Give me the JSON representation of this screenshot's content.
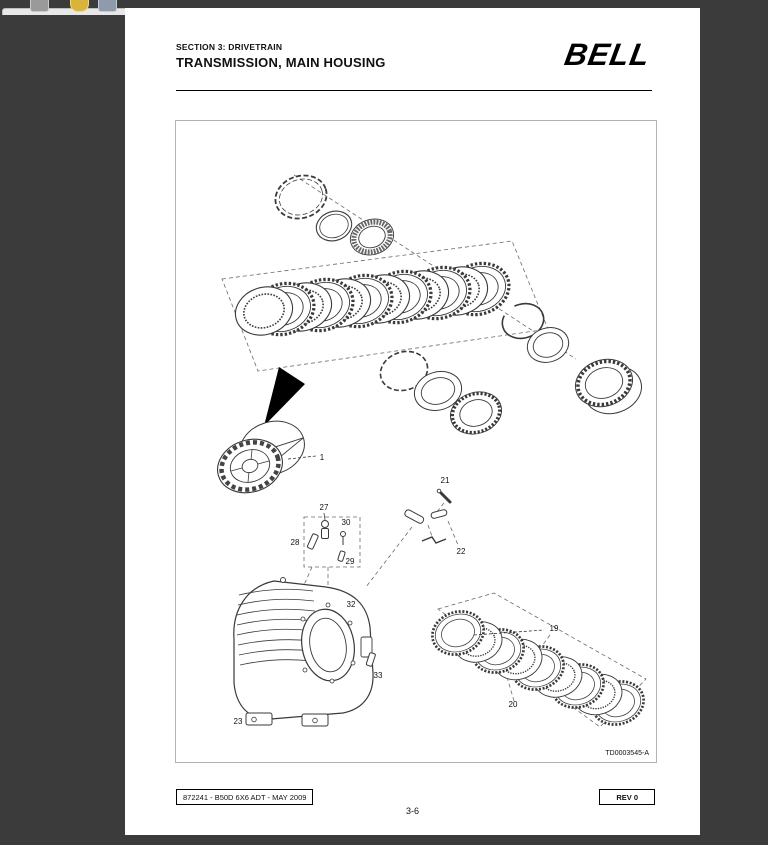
{
  "toolbar": {
    "icons": [
      {
        "name": "save-icon"
      },
      {
        "name": "print-icon"
      },
      {
        "name": "highlight-icon"
      },
      {
        "name": "hand-tool-icon"
      }
    ]
  },
  "page": {
    "header": {
      "section": "SECTION 3: DRIVETRAIN",
      "title": "TRANSMISSION, MAIN HOUSING",
      "logo": "BELL"
    },
    "diagram": {
      "figure_code": "TD0003545-A",
      "callouts": {
        "c1": "1",
        "c19": "19",
        "c20": "20",
        "c21": "21",
        "c22": "22",
        "c23": "23",
        "c27": "27",
        "c28": "28",
        "c29": "29",
        "c30": "30",
        "c32": "32",
        "c33": "33"
      }
    },
    "footer": {
      "doc_ref": "872241 - B50D 6X6 ADT - MAY 2009",
      "page_number": "3-6",
      "revision": "REV 0"
    }
  },
  "colors": {
    "background": "#3b3b3b",
    "page": "#ffffff",
    "line": "#3a3a3a",
    "accent_yellow": "#d9b43a"
  }
}
